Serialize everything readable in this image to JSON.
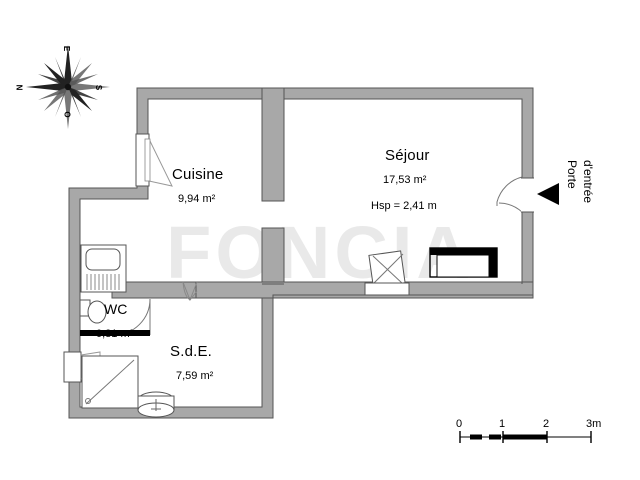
{
  "document": {
    "type": "floor-plan",
    "watermark": "FONCIA",
    "background_color": "#ffffff",
    "wall_color": "#a8a8a8",
    "wall_outline_color": "#4d4d4d",
    "text_color": "#000000",
    "watermark_color": "#e8e8e8"
  },
  "compass": {
    "name": "compass-rose",
    "labels": {
      "left": "N",
      "top": "E",
      "right": "S",
      "bottom": "O"
    }
  },
  "rooms": [
    {
      "id": "cuisine",
      "name": "Cuisine",
      "area": "9,94 m²",
      "hsp": ""
    },
    {
      "id": "sejour",
      "name": "Séjour",
      "area": "17,53 m²",
      "hsp": "Hsp = 2,41 m"
    },
    {
      "id": "wc",
      "name": "WC",
      "area": "0,81 m²",
      "hsp": ""
    },
    {
      "id": "sde",
      "name": "S.d.E.",
      "area": "7,59 m²",
      "hsp": ""
    }
  ],
  "annotations": {
    "entrance_door": {
      "line1": "Porte",
      "line2": "d'entrée",
      "marker": "arrow-left-icon"
    }
  },
  "scale_bar": {
    "name": "scale-bar",
    "ticks": [
      "0",
      "1",
      "2",
      "3m"
    ],
    "unit": "m",
    "segments": [
      {
        "from": "0",
        "to": "1",
        "style": "dashed"
      },
      {
        "from": "1",
        "to": "2",
        "style": "solid"
      },
      {
        "from": "2",
        "to": "3",
        "style": "empty"
      }
    ]
  },
  "fixtures": [
    {
      "name": "kitchen-sink-icon",
      "room": "cuisine"
    },
    {
      "name": "kitchen-window-icon",
      "room": "cuisine"
    },
    {
      "name": "wc-toilet-icon",
      "room": "wc"
    },
    {
      "name": "wc-door-icon",
      "room": "wc"
    },
    {
      "name": "shower-icon",
      "room": "sde"
    },
    {
      "name": "washbasin-icon",
      "room": "sde"
    },
    {
      "name": "bathroom-window-icon",
      "room": "sde"
    },
    {
      "name": "folding-door-icon",
      "room": "sde"
    },
    {
      "name": "sejour-window-icon",
      "room": "sejour"
    },
    {
      "name": "sejour-radiator-icon",
      "room": "sejour"
    },
    {
      "name": "entrance-door-icon",
      "room": "sejour"
    }
  ]
}
